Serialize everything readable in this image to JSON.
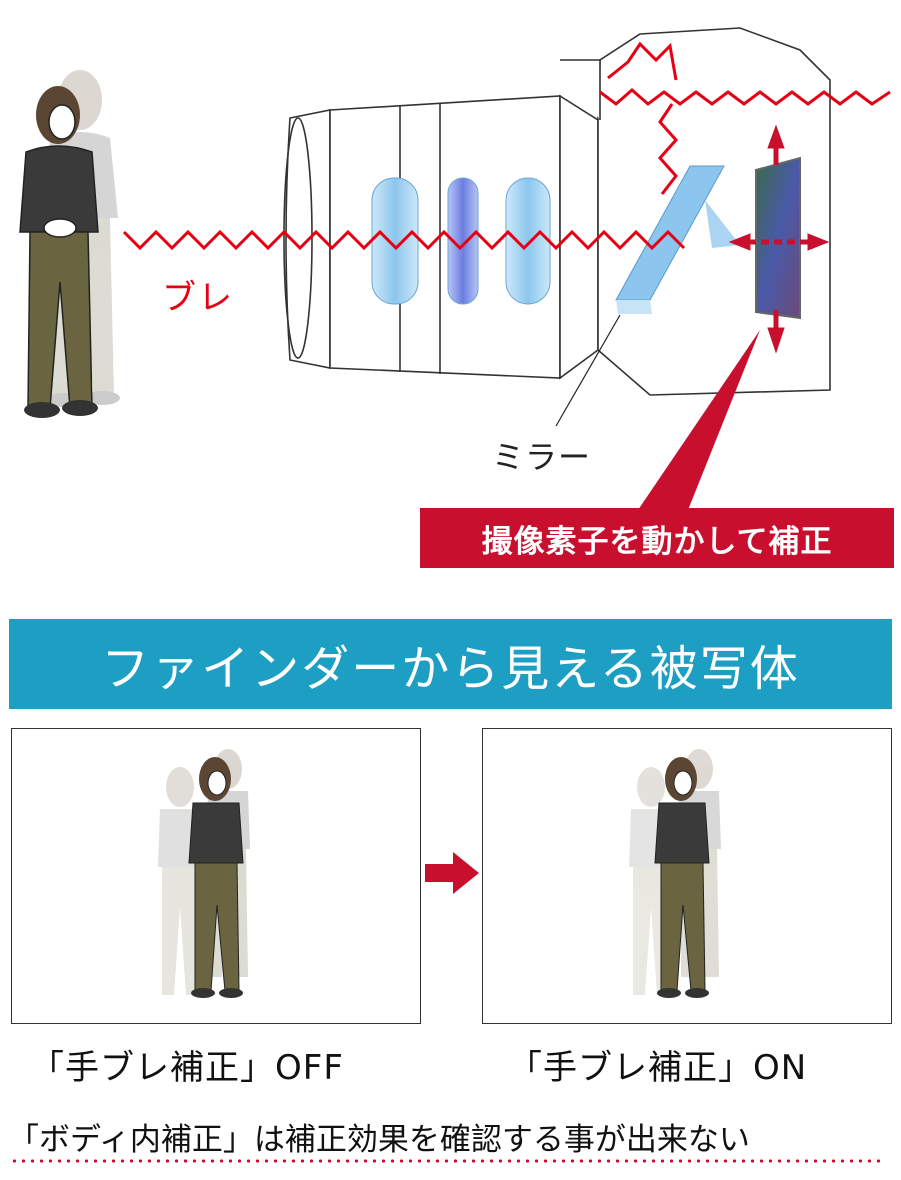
{
  "diagram": {
    "shake_label": "ブレ",
    "mirror_label": "ミラー",
    "callout": "撮像素子を動かして補正",
    "banner": "ファインダーから見える被写体",
    "caption_off": "「手ブレ補正」OFF",
    "caption_on": "「手ブレ補正」ON",
    "note": "「ボディ内補正」は補正効果を確認する事が出来ない"
  },
  "colors": {
    "accent_red": "#e60012",
    "callout_red": "#c8102e",
    "banner_blue": "#1d9fc4",
    "lens_blue": "#9fd0f0",
    "sensor": "#5a6aa8"
  },
  "icons": {
    "person": "person-figure",
    "arrow": "right-arrow-icon",
    "camera": "camera-body-outline"
  }
}
